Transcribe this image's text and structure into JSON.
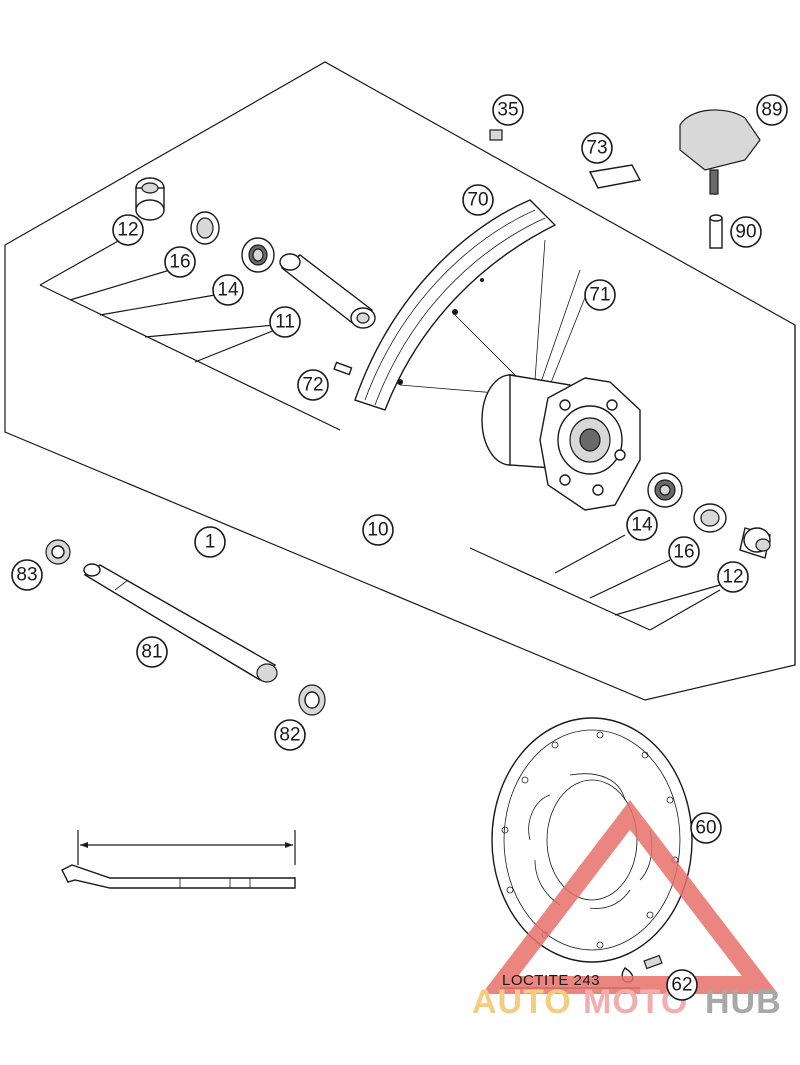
{
  "diagram": {
    "labels": [
      {
        "id": "1",
        "text": "1"
      },
      {
        "id": "10",
        "text": "10"
      },
      {
        "id": "11",
        "text": "11"
      },
      {
        "id": "12a",
        "text": "12"
      },
      {
        "id": "12b",
        "text": "12"
      },
      {
        "id": "14a",
        "text": "14"
      },
      {
        "id": "14b",
        "text": "14"
      },
      {
        "id": "16a",
        "text": "16"
      },
      {
        "id": "16b",
        "text": "16"
      },
      {
        "id": "35",
        "text": "35"
      },
      {
        "id": "60",
        "text": "60"
      },
      {
        "id": "62",
        "text": "62"
      },
      {
        "id": "70",
        "text": "70"
      },
      {
        "id": "71",
        "text": "71"
      },
      {
        "id": "72",
        "text": "72"
      },
      {
        "id": "73",
        "text": "73"
      },
      {
        "id": "81",
        "text": "81"
      },
      {
        "id": "82",
        "text": "82"
      },
      {
        "id": "83",
        "text": "83"
      },
      {
        "id": "89",
        "text": "89"
      },
      {
        "id": "90",
        "text": "90"
      }
    ],
    "note_text": "LOCTITE 243",
    "watermark": {
      "part1": "AUTO",
      "part2": "MOTO",
      "part3": "HUB",
      "color_auto": "#f5c46a",
      "color_moto": "#f0a0a0",
      "color_hub": "#9a9a9a",
      "triangle_color": "#e8706a"
    }
  }
}
